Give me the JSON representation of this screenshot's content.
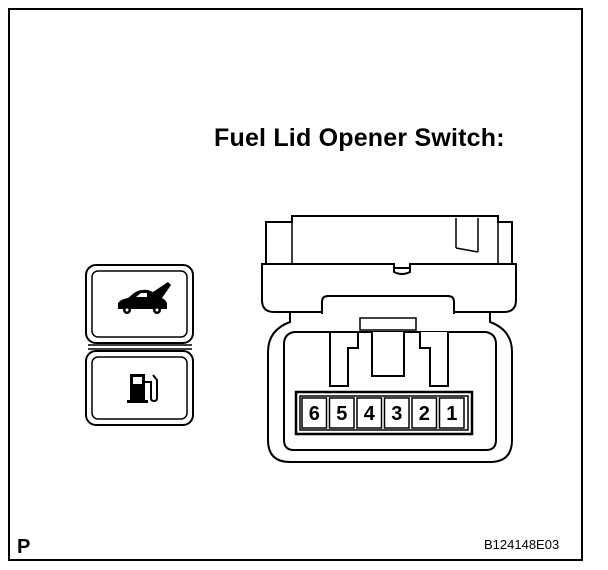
{
  "diagram": {
    "title": "Fuel Lid Opener Switch:",
    "corner_mark": "P",
    "reference_code": "B124148E03",
    "switch_buttons": [
      {
        "name": "trunk-lid-opener-button",
        "icon": "car-trunk-open-icon"
      },
      {
        "name": "fuel-lid-opener-button",
        "icon": "fuel-pump-icon"
      }
    ],
    "connector": {
      "pins": [
        "6",
        "5",
        "4",
        "3",
        "2",
        "1"
      ]
    }
  }
}
